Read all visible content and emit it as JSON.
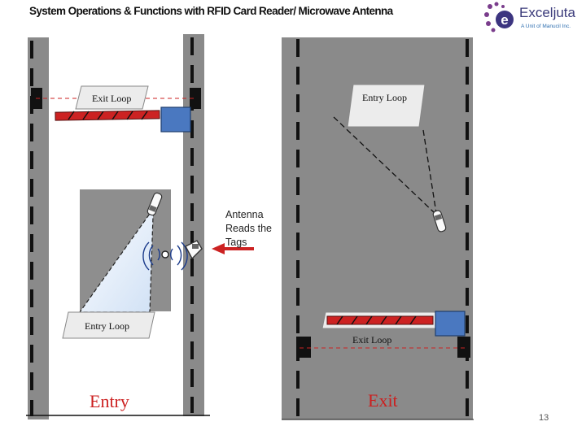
{
  "title": "System Operations & Functions with RFID Card Reader/ Microwave Antenna",
  "logo": {
    "name": "Exceljuta",
    "tagline": "A Unit of Manucil Inc.",
    "letter": "e"
  },
  "left_lane": {
    "exit_loop_label": "Exit Loop",
    "entry_loop_label": "Entry Loop",
    "caption": "Entry"
  },
  "right_lane": {
    "entry_loop_label": "Entry Loop",
    "exit_loop_label": "Exit Loop",
    "caption": "Exit"
  },
  "antenna_note": "Antenna Reads the Tags",
  "page_number": "13",
  "colors": {
    "road": "#8a8a8a",
    "barrier": "#cc2222",
    "reader_box": "#4a78c0",
    "caption_red": "#cc1f1f",
    "loop_fill": "#ececec"
  }
}
